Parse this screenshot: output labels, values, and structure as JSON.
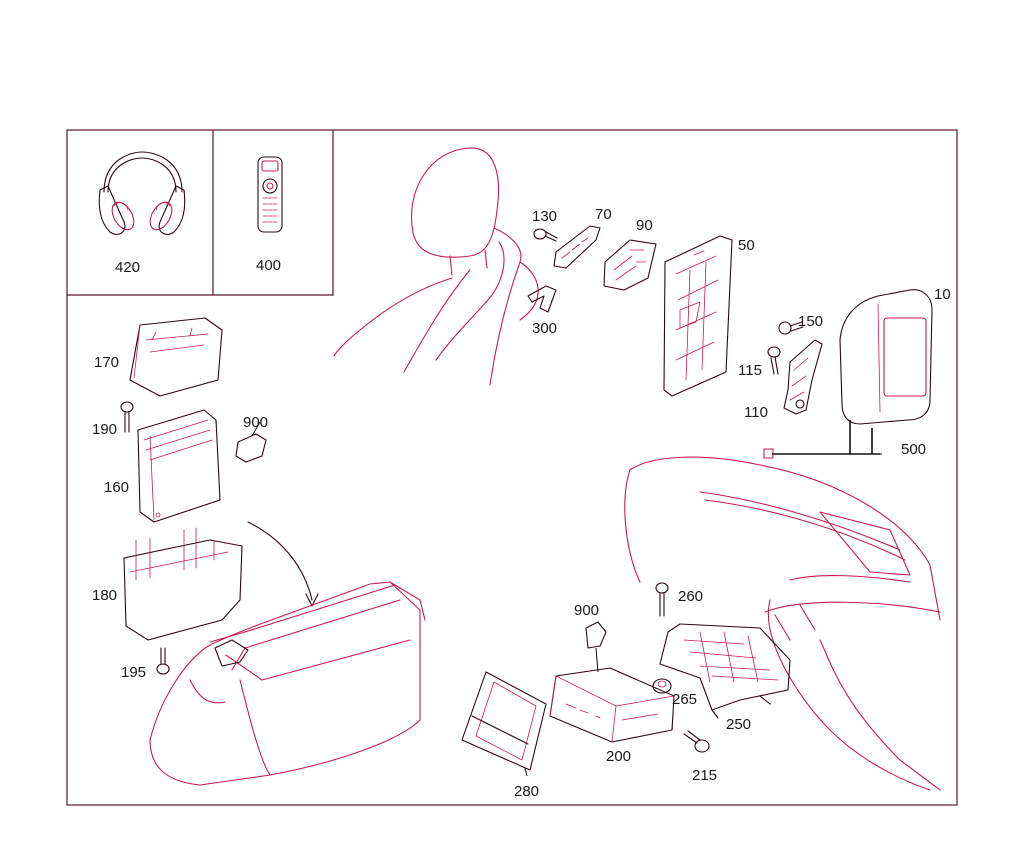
{
  "colors": {
    "line": "#c41f4e",
    "dark_line": "#2a0a14",
    "frame": "#5a1628",
    "label": "#1a1a1a",
    "background": "#ffffff"
  },
  "labels": {
    "p420": "420",
    "p400": "400",
    "p130": "130",
    "p70": "70",
    "p90": "90",
    "p50": "50",
    "p10": "10",
    "p300": "300",
    "p150": "150",
    "p115": "115",
    "p110": "110",
    "p500": "500",
    "p170": "170",
    "p190": "190",
    "p900a": "900",
    "p160": "160",
    "p180": "180",
    "p195": "195",
    "p900b": "900",
    "p260": "260",
    "p265": "265",
    "p250": "250",
    "p200": "200",
    "p215": "215",
    "p280": "280"
  },
  "icons": {
    "headphones": "headphones-icon",
    "remote": "remote-control-icon"
  }
}
